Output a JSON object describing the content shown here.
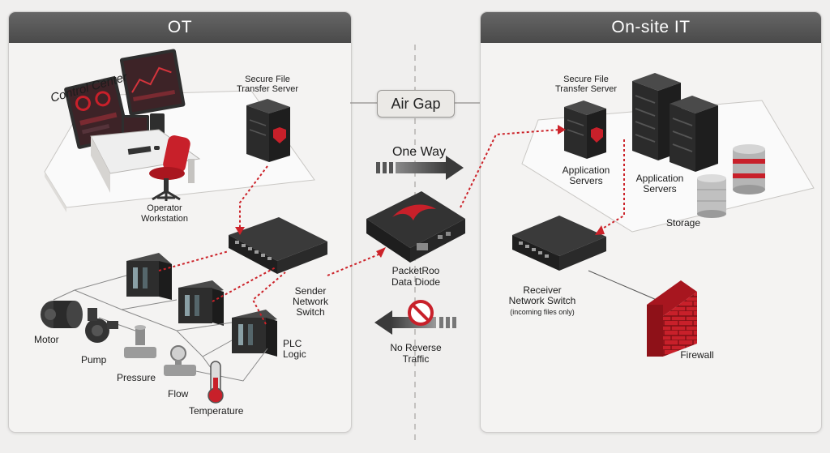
{
  "panels": {
    "ot_title": "OT",
    "it_title": "On-site IT"
  },
  "air_gap": "Air Gap",
  "ot": {
    "control_center": "Control Center",
    "secure_server_line1": "Secure File",
    "secure_server_line2": "Transfer Server",
    "operator_line1": "Operator",
    "operator_line2": "Workstation",
    "switch_line1": "Sender",
    "switch_line2": "Network",
    "switch_line3": "Switch",
    "plc_line1": "PLC",
    "plc_line2": "Logic",
    "motor": "Motor",
    "pump": "Pump",
    "pressure": "Pressure",
    "flow": "Flow",
    "temperature": "Temperature"
  },
  "center": {
    "one_way": "One Way",
    "diode_line1": "PacketRoo",
    "diode_line2": "Data Diode",
    "no_reverse_line1": "No Reverse",
    "no_reverse_line2": "Traffic"
  },
  "it": {
    "secure_server_line1": "Secure File",
    "secure_server_line2": "Transfer Server",
    "app_server_a_line1": "Application",
    "app_server_a_line2": "Servers",
    "app_server_b_line1": "Application",
    "app_server_b_line2": "Servers",
    "storage": "Storage",
    "receiver_line1": "Receiver",
    "receiver_line2": "Network Switch",
    "receiver_line3": "(incoming files only)",
    "firewall": "Firewall"
  },
  "colors": {
    "accent_red": "#c8202a",
    "header_dark": "#555555",
    "device_dark": "#2b2b2b",
    "dotted_path": "#cc2229"
  }
}
